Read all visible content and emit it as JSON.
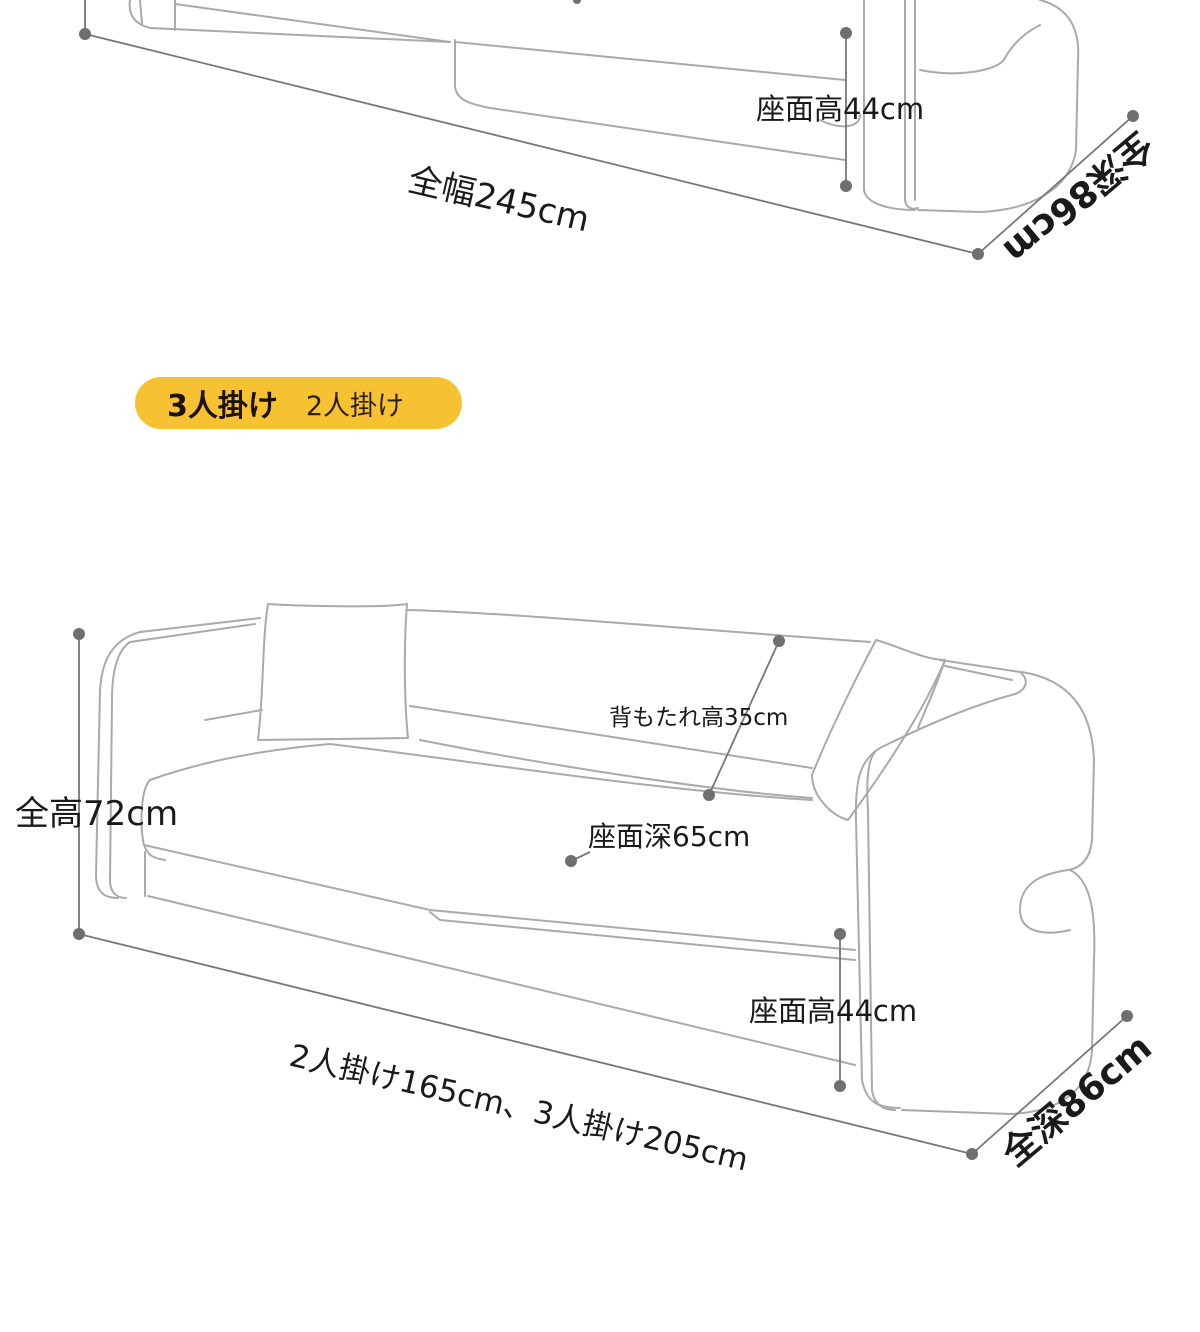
{
  "top_diagram": {
    "width_label": "全幅245cm",
    "seat_height_label": "座面高44cm",
    "depth_label": "全深86cm"
  },
  "size_toggle": {
    "active": "3人掛け",
    "inactive": "2人掛け"
  },
  "bottom_diagram": {
    "total_height_label": "全高72cm",
    "back_height_label": "背もたれ高35cm",
    "seat_depth_label": "座面深65cm",
    "seat_height_label": "座面高44cm",
    "width_label": "2人掛け165cm、3人掛け205cm",
    "depth_label": "全深86cm"
  },
  "colors": {
    "line": "#aaaaaa",
    "dim_line": "#777777",
    "dot": "#6f6f6f",
    "pill": "#f7c232"
  }
}
